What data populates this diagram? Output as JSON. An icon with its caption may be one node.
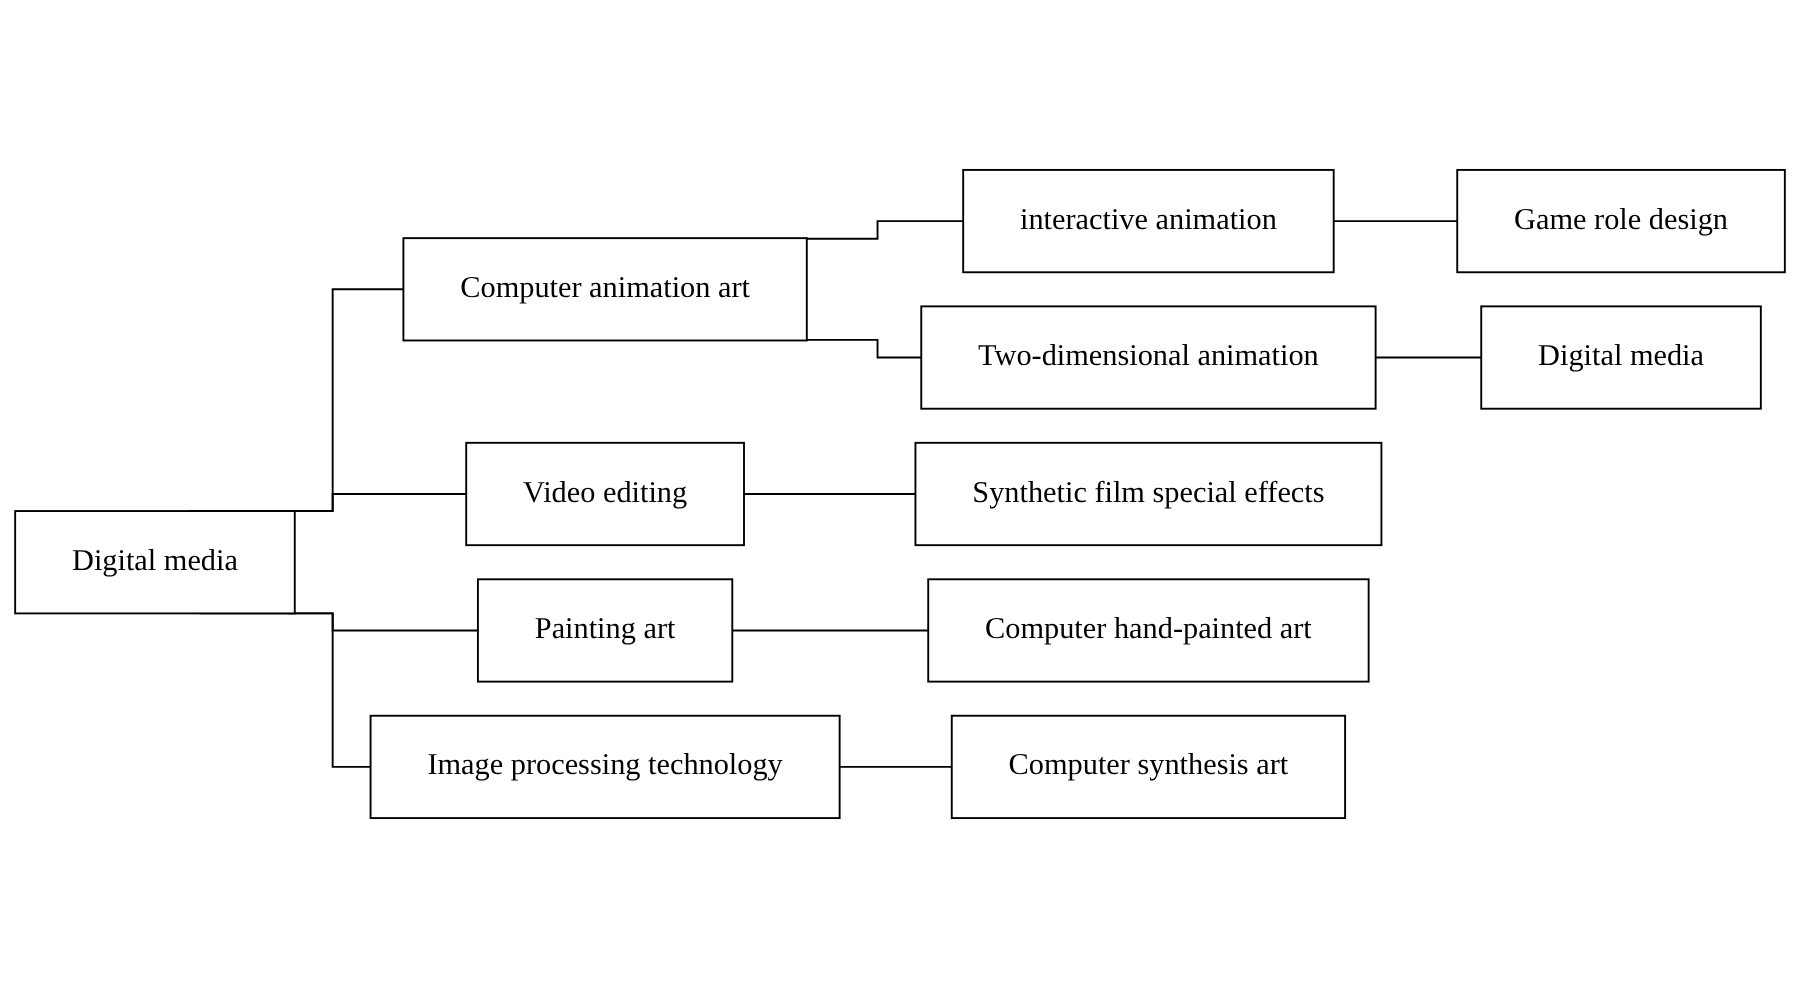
{
  "diagram": {
    "nodes": [
      {
        "text": [
          "Digital media"
        ]
      },
      {
        "text": [
          "Computer animation art"
        ]
      },
      {
        "text": [
          "interactive animation"
        ]
      },
      {
        "text": [
          "Game role design"
        ]
      },
      {
        "text": [
          "Two-dimensional animation"
        ]
      },
      {
        "text": [
          "Digital media"
        ]
      },
      {
        "text": [
          "Video editing"
        ]
      },
      {
        "text": [
          "Synthetic film special effects"
        ]
      },
      {
        "text": [
          "Painting art"
        ]
      },
      {
        "text": [
          "Computer hand-painted art"
        ]
      },
      {
        "text": [
          "Image processing technology"
        ]
      },
      {
        "text": [
          "Computer synthesis art"
        ]
      }
    ],
    "edges": [
      {
        "from": 0,
        "to": 1,
        "arrow": "none"
      },
      {
        "from": 1,
        "to": 2,
        "arrow": "none"
      },
      {
        "from": 1,
        "to": 4,
        "arrow": "none"
      },
      {
        "from": 2,
        "to": 3,
        "arrow": "none"
      },
      {
        "from": 4,
        "to": 5,
        "arrow": "none"
      },
      {
        "from": 0,
        "to": 6,
        "arrow": "none"
      },
      {
        "from": 6,
        "to": 7,
        "arrow": "none"
      },
      {
        "from": 0,
        "to": 8,
        "arrow": "none"
      },
      {
        "from": 8,
        "to": 9,
        "arrow": "none"
      },
      {
        "from": 0,
        "to": 10,
        "arrow": "none"
      },
      {
        "from": 10,
        "to": 11,
        "arrow": "none"
      }
    ]
  }
}
